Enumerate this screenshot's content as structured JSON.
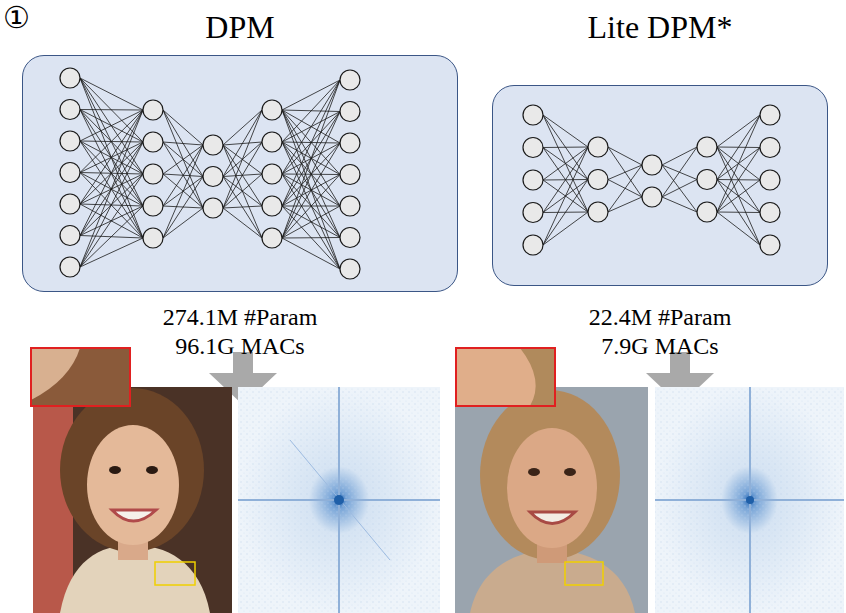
{
  "diagram": {
    "nodes": [
      {
        "text": [
          "DPM",
          "274.1M #Param",
          "96.1G MACs"
        ]
      },
      {
        "text": [
          "Lite DPM*",
          "22.4M #Param",
          "7.9G MACs"
        ]
      }
    ],
    "labels": [
      "①"
    ]
  }
}
